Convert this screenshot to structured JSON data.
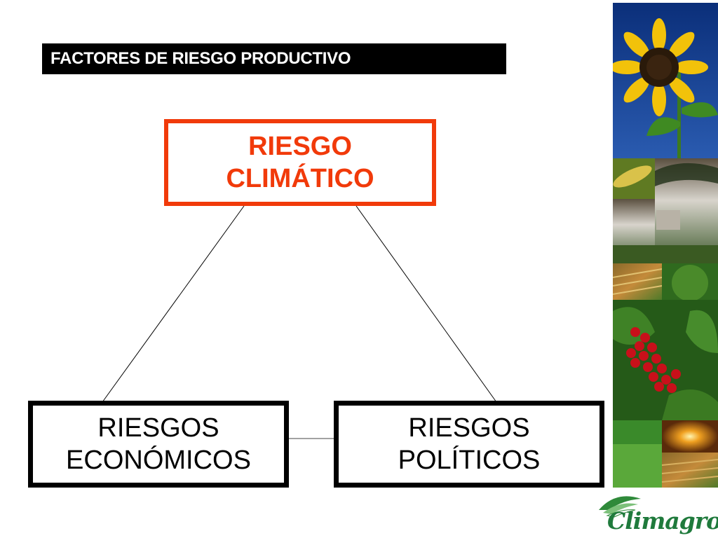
{
  "header": {
    "title": "FACTORES DE RIESGO PRODUCTIVO"
  },
  "diagram": {
    "top_box": {
      "line1": "RIESGO",
      "line2": "CLIMÁTICO"
    },
    "left_box": {
      "line1": "RIESGOS",
      "line2": "ECONÓMICOS"
    },
    "right_box": {
      "line1": "RIESGOS",
      "line2": "POLÍTICOS"
    }
  },
  "logo": {
    "text": "Climagro"
  },
  "colors": {
    "accent": "#f13a0a",
    "title_bg": "#000000",
    "logo_green": "#1f7a3c"
  },
  "icons": {
    "photo_collage": "agriculture-collage-image",
    "logo_leaf": "leaf-icon"
  }
}
